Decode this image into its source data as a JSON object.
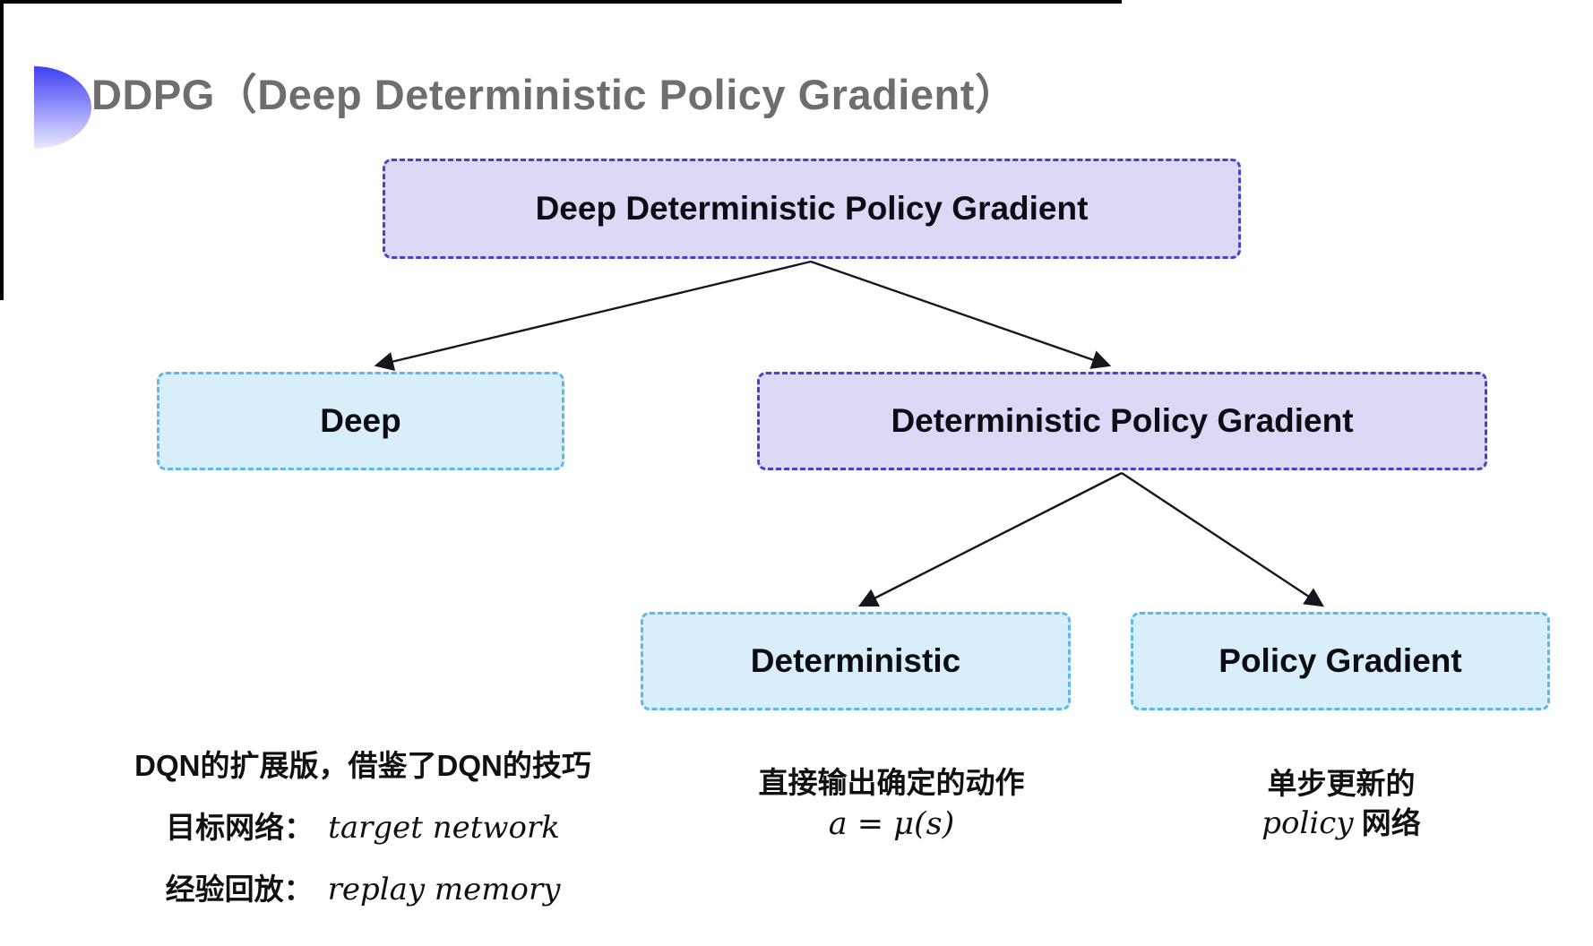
{
  "header": {
    "title": "DDPG（Deep Deterministic Policy Gradient）"
  },
  "tree": {
    "root": {
      "label": "Deep Deterministic Policy Gradient"
    },
    "children": [
      {
        "label": "Deep"
      },
      {
        "label": "Deterministic Policy Gradient"
      }
    ],
    "grandchildren": [
      {
        "label": "Deterministic"
      },
      {
        "label": "Policy Gradient"
      }
    ]
  },
  "notes": {
    "deep": {
      "line1": "DQN的扩展版，借鉴了DQN的技巧",
      "target_label": "目标网络：",
      "target_value": "target network",
      "replay_label": "经验回放：",
      "replay_value": "replay memory"
    },
    "deterministic": {
      "line1": "直接输出确定的动作",
      "formula": "a = μ(s)"
    },
    "policy_gradient": {
      "line1": "单步更新的",
      "line2_italic": "policy",
      "line2_suffix": " 网络"
    }
  },
  "colors": {
    "purple_fill": "#dcd9f7",
    "purple_border": "#4343cb",
    "cyan_fill": "#d9eefb",
    "cyan_border": "#5fb9e6",
    "title_gray": "#6e6e6e",
    "accent_blue_top": "#3f3ff2",
    "accent_blue_bottom": "#e9e9ff",
    "arrow": "#16161f",
    "node_text": "#0c0c12",
    "note_text": "#111111"
  }
}
